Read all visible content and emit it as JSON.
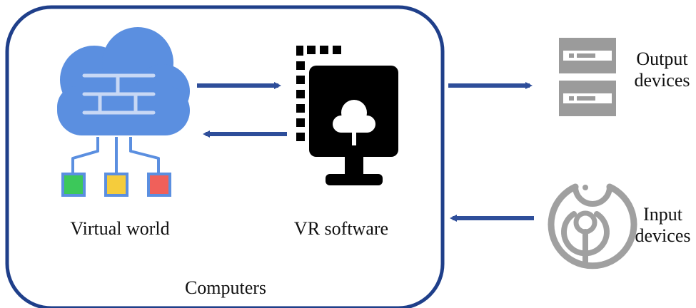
{
  "container": {
    "label": "Computers",
    "border_color": "#1f3f8a"
  },
  "nodes": {
    "virtual_world": {
      "label": "Virtual world",
      "icon": "cloud-network-icon",
      "cloud_color": "#5b8fe0",
      "node_colors": [
        "#3cc85a",
        "#f5cc3c",
        "#f0605a"
      ]
    },
    "vr_software": {
      "label": "VR software",
      "icon": "cloud-monitor-icon"
    },
    "output_devices": {
      "label_line1": "Output",
      "label_line2": "devices",
      "icon": "server-rack-icon"
    },
    "input_devices": {
      "label_line1": "Input",
      "label_line2": "devices",
      "icon": "sensor-icon"
    }
  },
  "arrows": {
    "color": "#2e4e9a"
  }
}
